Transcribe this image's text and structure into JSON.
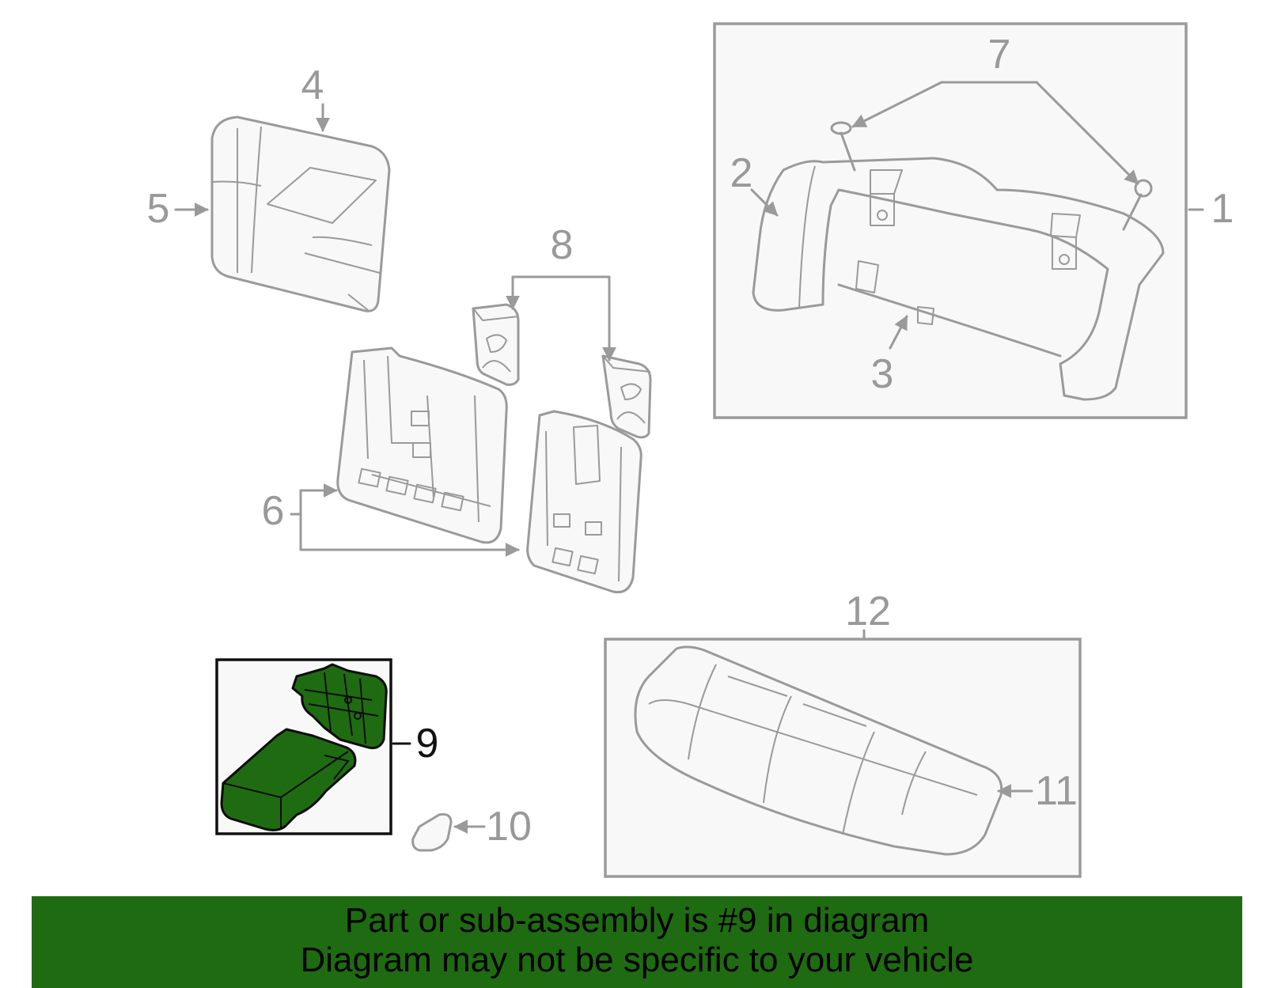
{
  "diagram": {
    "highlighted_part": "9",
    "highlight_color": "#1f6b12",
    "line_color": "#9a9a9a",
    "callouts": {
      "c1": "1",
      "c2": "2",
      "c3": "3",
      "c4": "4",
      "c5": "5",
      "c6": "6",
      "c7": "7",
      "c8": "8",
      "c9": "9",
      "c10": "10",
      "c11": "11",
      "c12": "12"
    }
  },
  "footer": {
    "background": "#1f6b12",
    "line1": "Part or sub-assembly is #9 in diagram",
    "line2": "Diagram may not be specific to your vehicle"
  }
}
